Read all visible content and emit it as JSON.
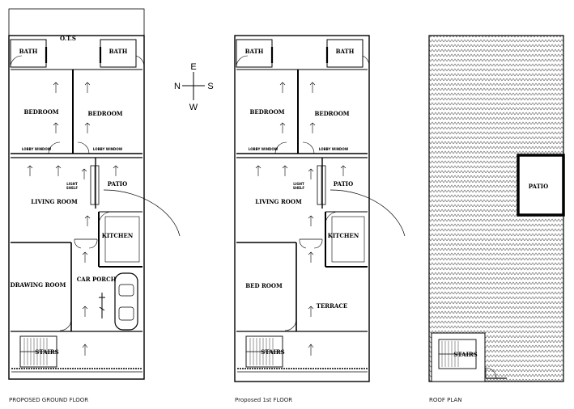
{
  "ground": {
    "caption": "PROPOSED GROUND FLOOR",
    "ots": "O.T.S",
    "bath_left": "BATH",
    "bath_right": "BATH",
    "bedroom_left": "BEDROOM",
    "bedroom_right": "BEDROOM",
    "window_left": "LOBBY WINDOW",
    "window_right": "LOBBY WINDOW",
    "living": "LIVING ROOM",
    "light_shelf": "LIGHT",
    "light_shelf_2": "SHELF",
    "patio": "PATIO",
    "kitchen": "KITCHEN",
    "drawing": "DRAWING ROOM",
    "car_porch": "CAR PORCH",
    "stairs": "STAIRS"
  },
  "first": {
    "caption": "Proposed 1st FLOOR",
    "bath_left": "BATH",
    "bath_right": "BATH",
    "bedroom_left": "BEDROOM",
    "bedroom_right": "BEDROOM",
    "window_left": "LOBBY WINDOW",
    "window_right": "LOBBY WINDOW",
    "living": "LIVING ROOM",
    "light_shelf": "LIGHT",
    "light_shelf_2": "SHELF",
    "patio": "PATIO",
    "kitchen": "KITCHEN",
    "bed_room": "BED ROOM",
    "terrace": "TERRACE",
    "stairs": "STAIRS"
  },
  "roof": {
    "caption": "ROOF PLAN",
    "patio": "PATIO",
    "stairs": "STAIRS"
  },
  "compass": {
    "n": "N",
    "e": "E",
    "s": "S",
    "w": "W"
  }
}
